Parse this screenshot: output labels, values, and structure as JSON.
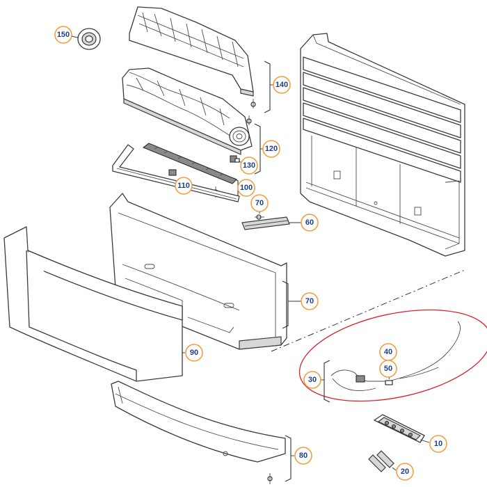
{
  "callouts": {
    "c150": "150",
    "c140": "140",
    "c120": "120",
    "c130": "130",
    "c110": "110",
    "c100": "100",
    "c70_screw": "70",
    "c60": "60",
    "c70_panel": "70",
    "c90": "90",
    "c40": "40",
    "c50": "50",
    "c30": "30",
    "c10": "10",
    "c80": "80",
    "c20": "20"
  },
  "colors": {
    "callout_ring": "#f0a040",
    "callout_text": "#1d3d8c",
    "highlight": "#d9232e"
  }
}
